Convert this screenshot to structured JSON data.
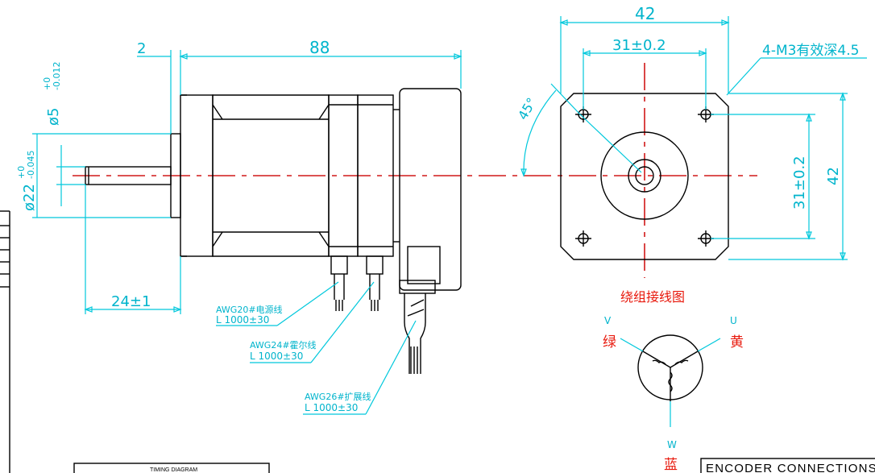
{
  "dimensions": {
    "shoulder": "2",
    "body_length": "88",
    "shaft_dia": "ø5",
    "shaft_tol_upper": "+0",
    "shaft_tol_lower": "-0.012",
    "boss_dia": "ø22",
    "boss_tol_upper": "+0",
    "boss_tol_lower": "-0.045",
    "shaft_length": "24±1",
    "flange_width": "42",
    "hole_spacing_h": "31±0.2",
    "hole_spacing_v": "31±0.2",
    "flange_height": "42",
    "angle": "45°",
    "hole_note": "4-M3有效深4.5"
  },
  "wires": [
    {
      "gauge": "AWG20#电源线",
      "length": "L 1000±30"
    },
    {
      "gauge": "AWG24#霍尔线",
      "length": "L 1000±30"
    },
    {
      "gauge": "AWG26#扩展线",
      "length": "L 1000±30"
    }
  ],
  "winding": {
    "title": "绕组接线图",
    "phases": [
      {
        "letter": "V",
        "color": "绿"
      },
      {
        "letter": "U",
        "color": "黄"
      },
      {
        "letter": "W",
        "color": "蓝"
      }
    ]
  },
  "boxes": {
    "timing": "TIMING DIAGRAM",
    "encoder": "ENCODER CONNECTIONS"
  },
  "colors": {
    "dimension": "#00c8dc",
    "outline": "#000000",
    "centerline": "#d01818",
    "label_red": "#e8180c"
  }
}
